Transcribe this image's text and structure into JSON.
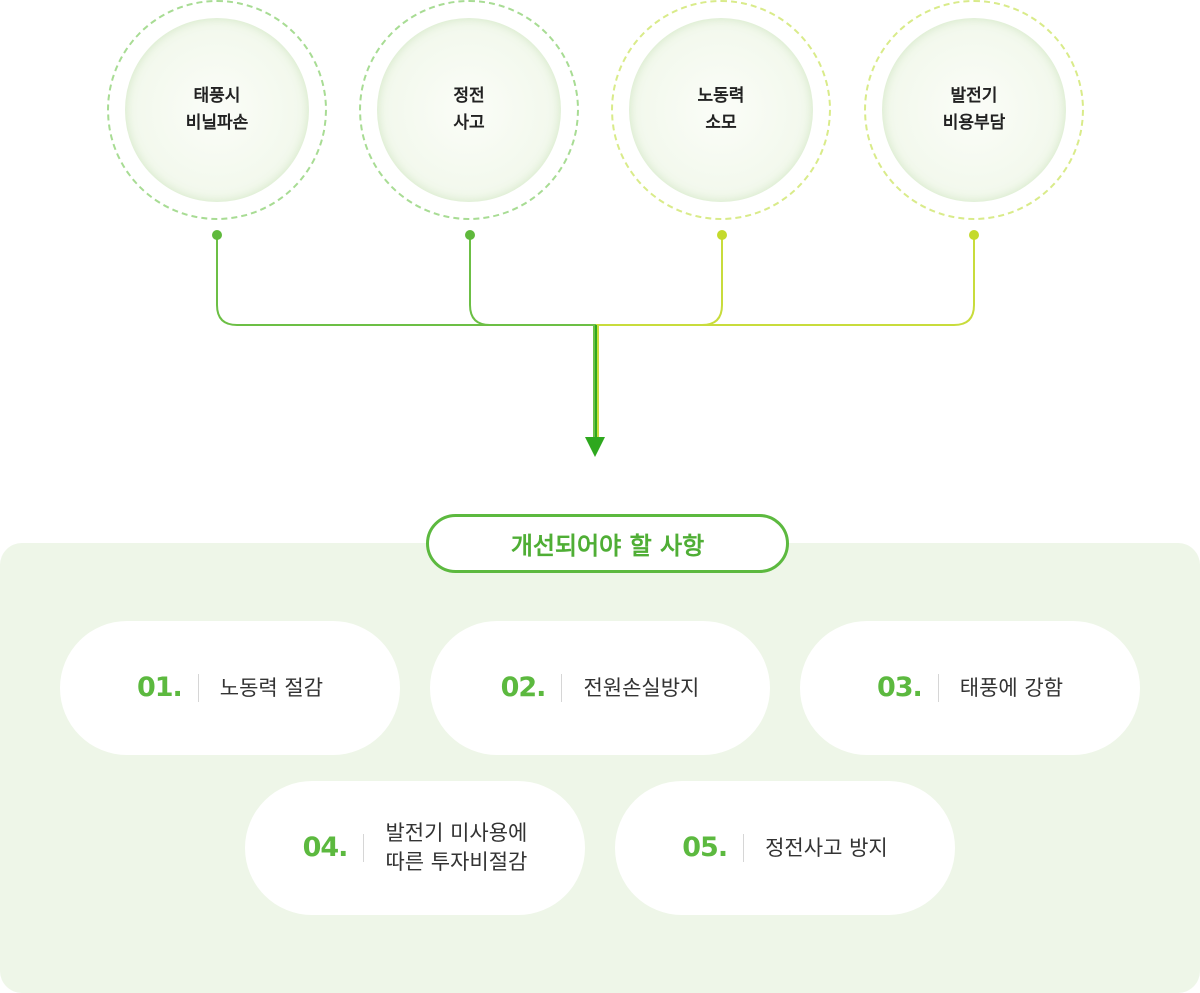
{
  "causes": [
    {
      "text": "태풍시\n비닐파손",
      "color": "#6cbf45"
    },
    {
      "text": "정전\n사고",
      "color": "#6cbf45"
    },
    {
      "text": "노동력\n소모",
      "color": "#c8dc3c"
    },
    {
      "text": "발전기\n비용부담",
      "color": "#c8dc3c"
    }
  ],
  "colors": {
    "green": "#5cb93f",
    "lime": "#c8dc3c",
    "arrow": "#2ea81e",
    "panel": "#eef6e8"
  },
  "improvements": {
    "title": "개선되어야 할 사항",
    "items": [
      {
        "num": "01.",
        "text": "노동력 절감"
      },
      {
        "num": "02.",
        "text": "전원손실방지"
      },
      {
        "num": "03.",
        "text": "태풍에 강함"
      },
      {
        "num": "04.",
        "text": "발전기 미사용에\n따른 투자비절감"
      },
      {
        "num": "05.",
        "text": "정전사고 방지"
      }
    ]
  }
}
